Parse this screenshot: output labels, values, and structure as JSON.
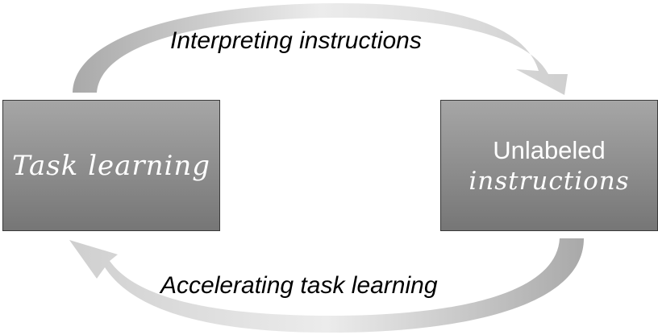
{
  "nodes": {
    "left": {
      "label": "Task learning"
    },
    "right": {
      "line1": "Unlabeled",
      "line2": "instructions"
    }
  },
  "edges": {
    "top": {
      "label": "Interpreting instructions",
      "from": "Task learning",
      "to": "Unlabeled instructions"
    },
    "bottom": {
      "label": "Accelerating task learning",
      "from": "Unlabeled instructions",
      "to": "Task learning"
    }
  },
  "colors": {
    "box_top": "#a6a6a6",
    "box_bottom": "#767676",
    "box_border": "#3a3a3a",
    "arrow_dark": "#b0b0b0",
    "arrow_light": "#e6e6e6",
    "text_on_box": "#ffffff",
    "label_text": "#000000"
  }
}
